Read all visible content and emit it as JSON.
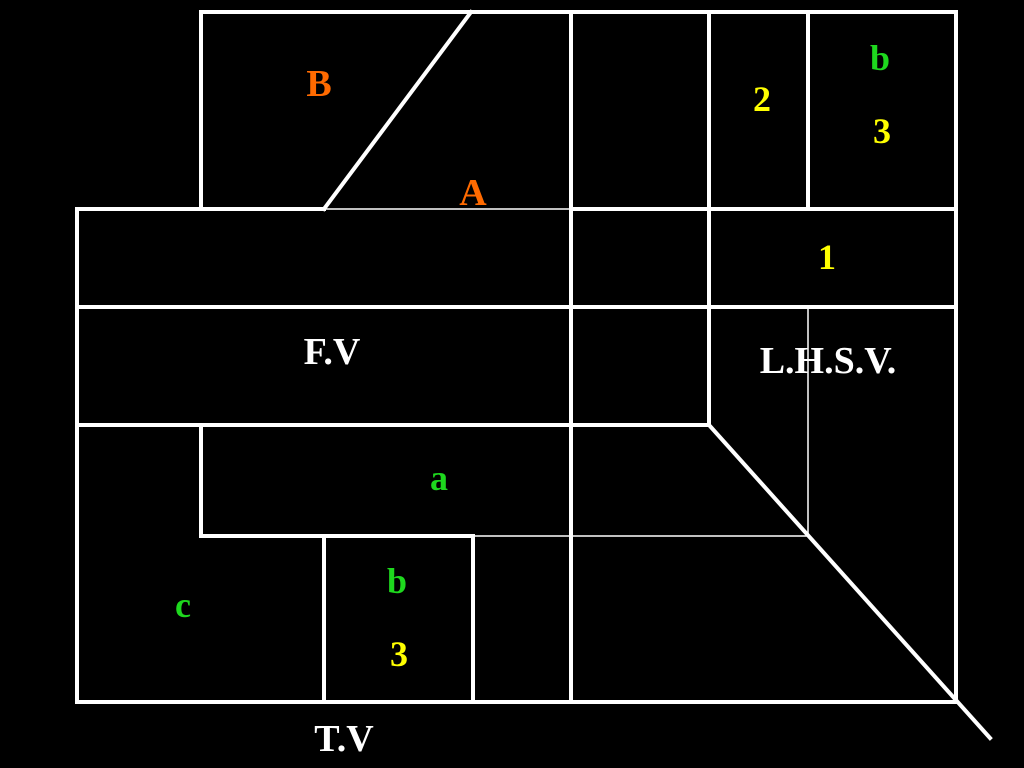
{
  "colors": {
    "background": "#000000",
    "lines": "#ffffff",
    "surface_label": "#ff6a00",
    "edge_label": "#1ed81e",
    "number_label": "#ffff00",
    "view_label": "#ffffff"
  },
  "views": {
    "front": "F.V",
    "top": "T.V",
    "side": "L.H.S.V."
  },
  "front_view_labels": {
    "surface_b": "B",
    "surface_a": "A"
  },
  "side_view_labels": {
    "num_2": "2",
    "letter_b": "b",
    "num_3": "3",
    "num_1": "1"
  },
  "top_view_labels": {
    "letter_a": "a",
    "letter_b": "b",
    "num_3": "3",
    "letter_c": "c"
  }
}
